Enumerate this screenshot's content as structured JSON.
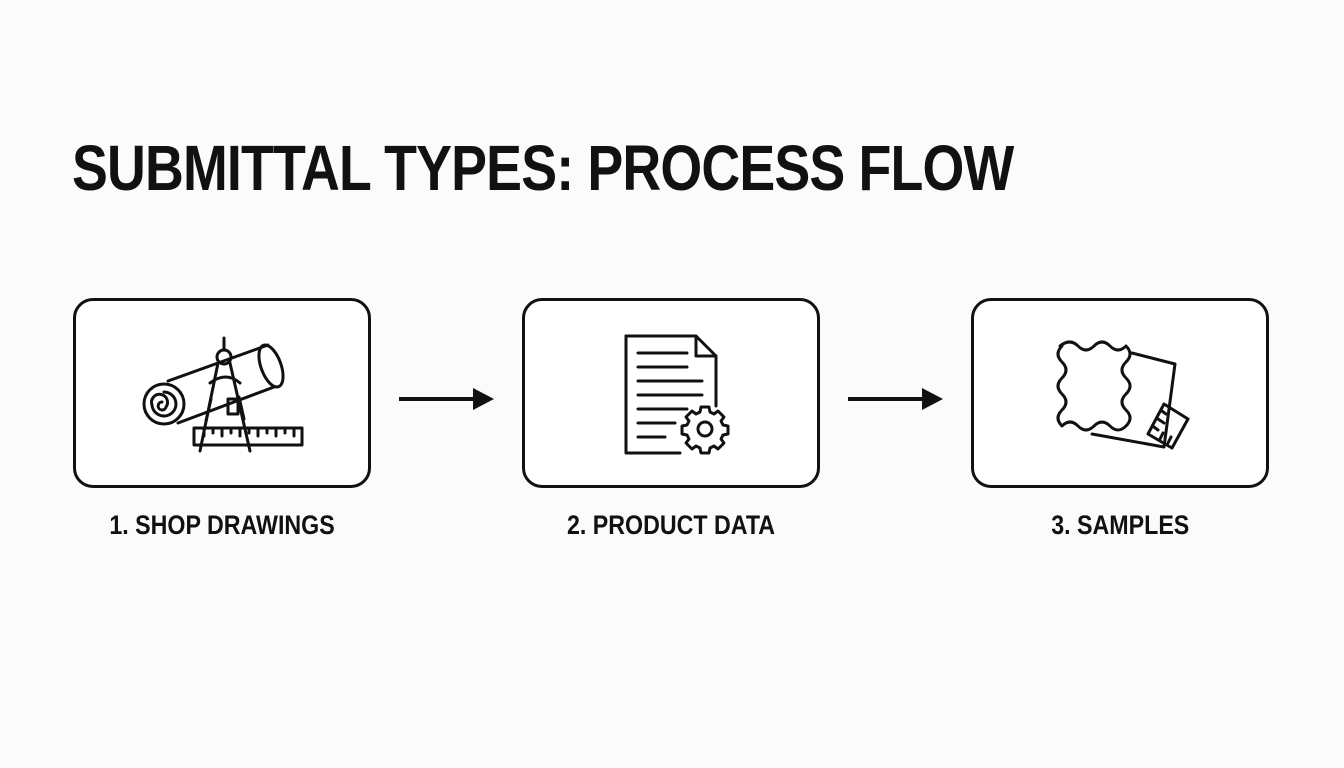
{
  "diagram": {
    "title": "SUBMITTAL TYPES: PROCESS FLOW",
    "steps": [
      {
        "label": "1. SHOP DRAWINGS",
        "icon": "blueprint-compass-ruler-icon"
      },
      {
        "label": "2. PRODUCT DATA",
        "icon": "document-gear-icon"
      },
      {
        "label": "3. SAMPLES",
        "icon": "fabric-swatch-tape-icon"
      }
    ],
    "connectors": [
      "arrow-right-icon",
      "arrow-right-icon"
    ]
  },
  "colors": {
    "background": "#fbfbfb",
    "stroke": "#111111",
    "box_fill": "#ffffff"
  }
}
